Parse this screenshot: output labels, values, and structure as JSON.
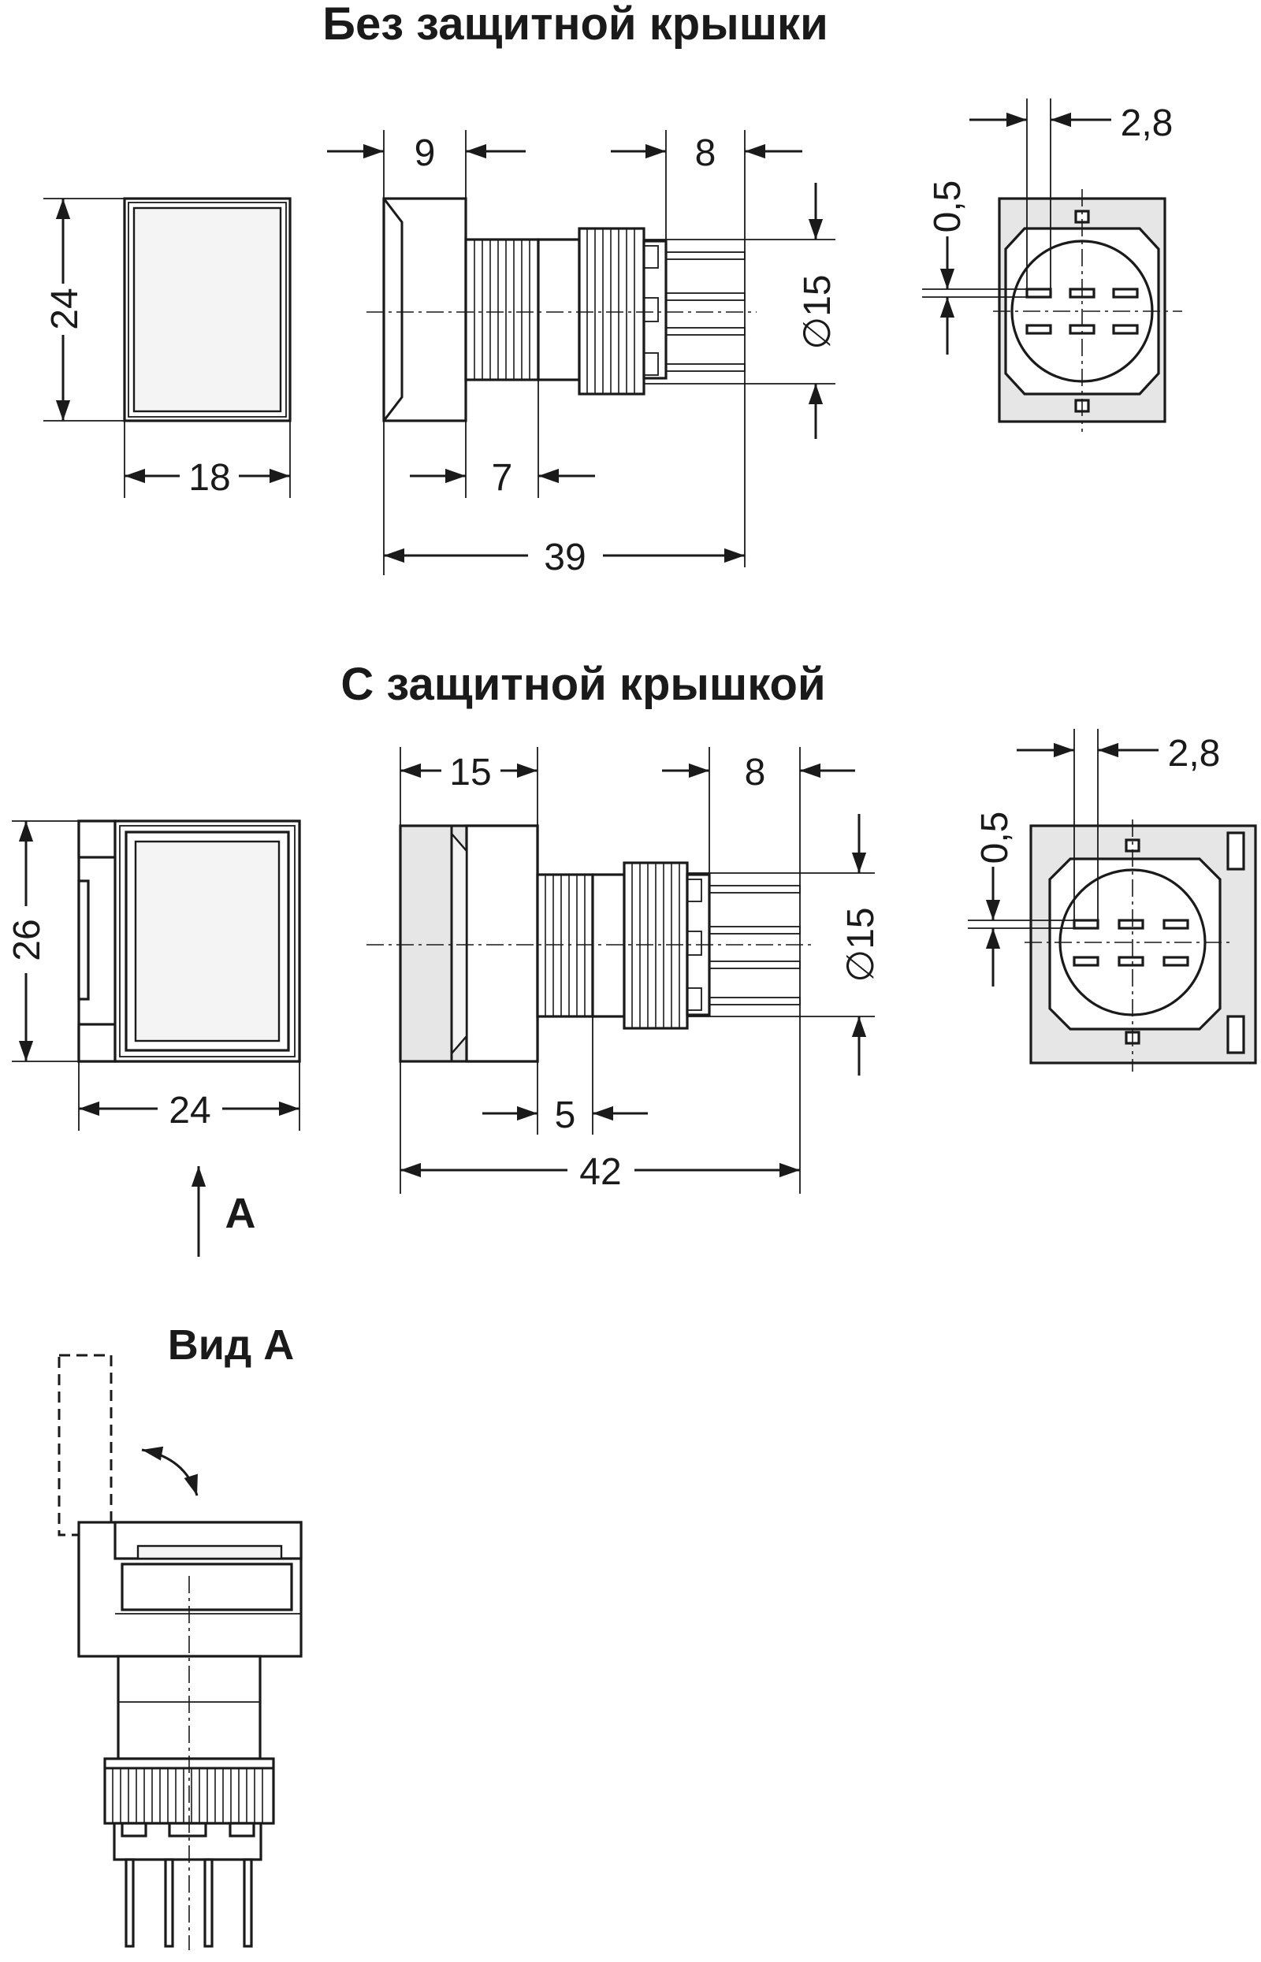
{
  "sections": {
    "without_cover": {
      "title": "Без защитной крышки"
    },
    "with_cover": {
      "title": "С защитной крышкой"
    },
    "view_a": {
      "title": "Вид А"
    }
  },
  "dimensions": {
    "top": {
      "front_height": "24",
      "front_width": "18",
      "bezel_depth": "9",
      "terminal_length": "8",
      "thread_length": "7",
      "total_length": "39",
      "diameter": "∅15",
      "pin_width": "2,8",
      "pin_thickness": "0,5"
    },
    "bottom": {
      "front_height": "26",
      "front_width": "24",
      "bezel_depth": "15",
      "terminal_length": "8",
      "thread_length": "5",
      "total_length": "42",
      "diameter": "∅15",
      "pin_width": "2,8",
      "pin_thickness": "0,5"
    }
  },
  "view_arrow_label": "А"
}
